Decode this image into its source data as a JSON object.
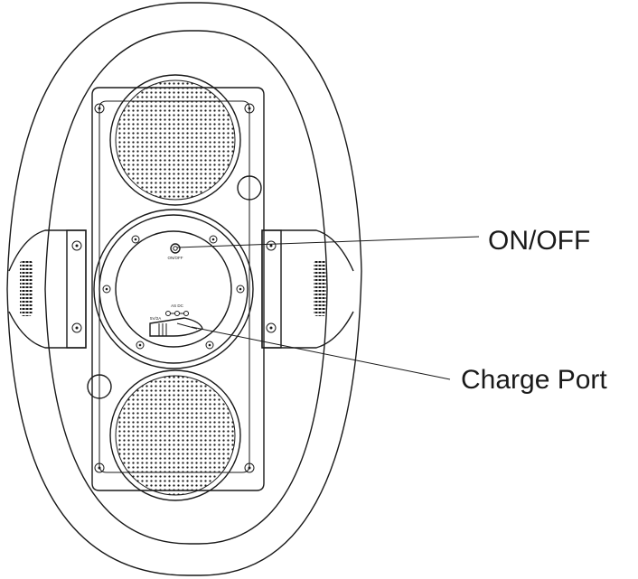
{
  "callouts": {
    "on_off": "ON/OFF",
    "charge_port": "Charge Port"
  },
  "panel_labels": {
    "power_switch": "ON/OFF",
    "port_rating": "AS DC",
    "port_tag": "5V/2A"
  },
  "colors": {
    "line": "#1a1a1a",
    "background": "#ffffff"
  },
  "icons": [
    "speaker-grille-icon",
    "screw-icon",
    "vent-slots-icon",
    "power-button-icon",
    "charge-port-cap-icon"
  ]
}
